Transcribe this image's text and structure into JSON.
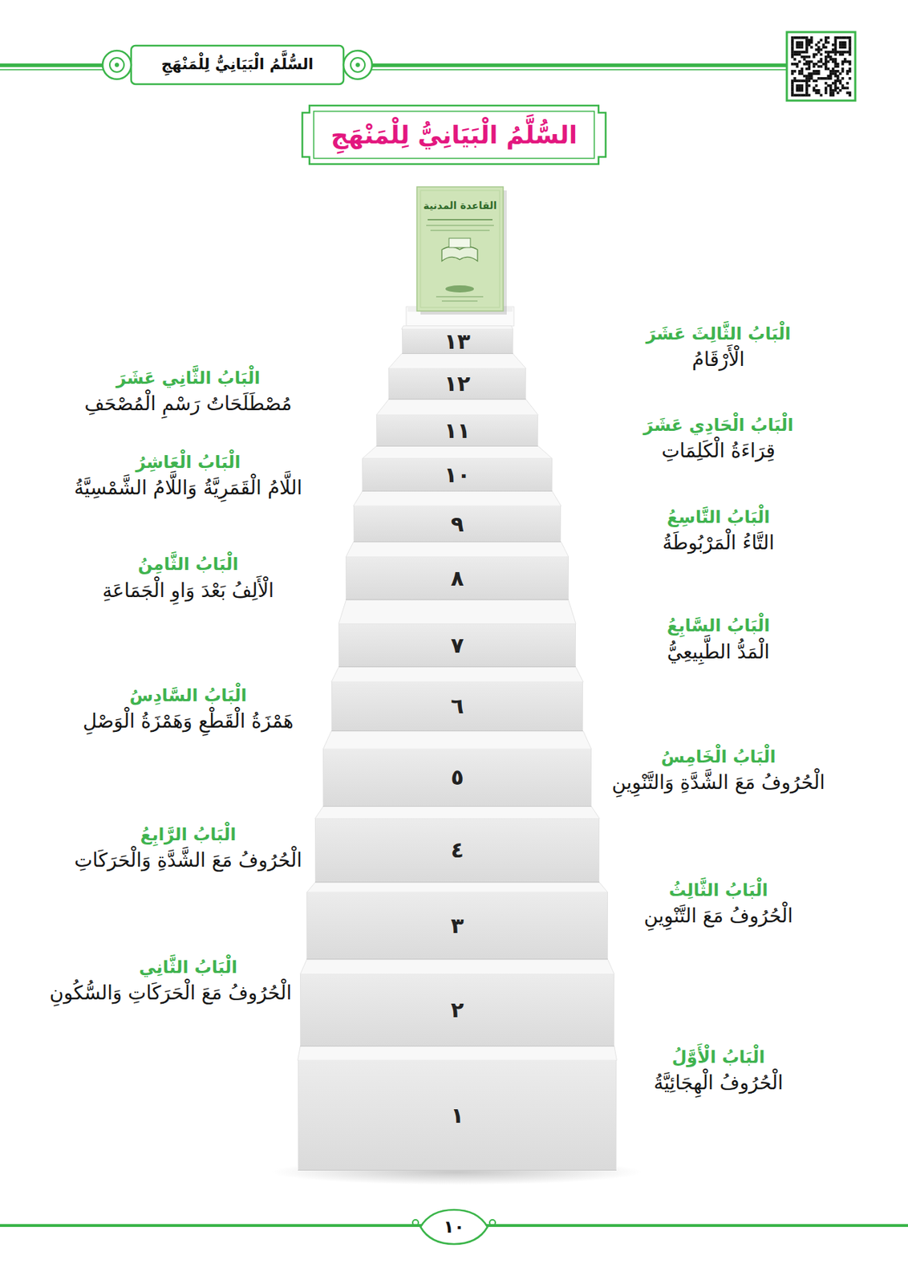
{
  "diagram": {
    "title": "السُّلَّمُ الْبَيَانِيُّ لِلْمَنْهَجِ",
    "nodes": [
      {
        "text": [
          "١٣",
          "الْبَابُ الثَّالِثَ عَشَرَ",
          "الْأَرْقَامُ"
        ]
      },
      {
        "text": [
          "١٢",
          "الْبَابُ الثَّانِي عَشَرَ",
          "مُصْطَلَحَاتُ رَسْمِ الْمُصْحَفِ"
        ]
      },
      {
        "text": [
          "١١",
          "الْبَابُ الْحَادِي عَشَرَ",
          "قِرَاءَةُ الْكَلِمَاتِ"
        ]
      },
      {
        "text": [
          "١٠",
          "الْبَابُ الْعَاشِرُ",
          "اللَّامُ الْقَمَرِيَّةُ وَاللَّامُ الشَّمْسِيَّةُ"
        ]
      },
      {
        "text": [
          "٩",
          "الْبَابُ التَّاسِعُ",
          "التَّاءُ الْمَرْبُوطَةُ"
        ]
      },
      {
        "text": [
          "٨",
          "الْبَابُ الثَّامِنُ",
          "الْأَلِفُ بَعْدَ وَاوِ الْجَمَاعَةِ"
        ]
      },
      {
        "text": [
          "٧",
          "الْبَابُ السَّابِعُ",
          "الْمَدُّ الطَّبِيعِيُّ"
        ]
      },
      {
        "text": [
          "٦",
          "الْبَابُ السَّادِسُ",
          "هَمْزَةُ الْقَطْعِ وَهَمْزَةُ الْوَصْلِ"
        ]
      },
      {
        "text": [
          "٥",
          "الْبَابُ الْخَامِسُ",
          "الْحُرُوفُ مَعَ الشَّدَّةِ وَالتَّنْوِينِ"
        ]
      },
      {
        "text": [
          "٤",
          "الْبَابُ الرَّابِعُ",
          "الْحُرُوفُ مَعَ الشَّدَّةِ وَالْحَرَكَاتِ"
        ]
      },
      {
        "text": [
          "٣",
          "الْبَابُ الثَّالِثُ",
          "الْحُرُوفُ مَعَ التَّنْوِينِ"
        ]
      },
      {
        "text": [
          "٢",
          "الْبَابُ الثَّانِي",
          "الْحُرُوفُ مَعَ الْحَرَكَاتِ وَالسُّكُونِ"
        ]
      },
      {
        "text": [
          "١",
          "الْبَابُ الْأَوَّلُ",
          "الْحُرُوفُ الْهِجَائِيَّةُ"
        ]
      }
    ],
    "labels": [
      "السُّلَّمُ الْبَيَانِيُّ لِلْمَنْهَجِ",
      "القاعدة المدنية",
      "١٠"
    ]
  }
}
